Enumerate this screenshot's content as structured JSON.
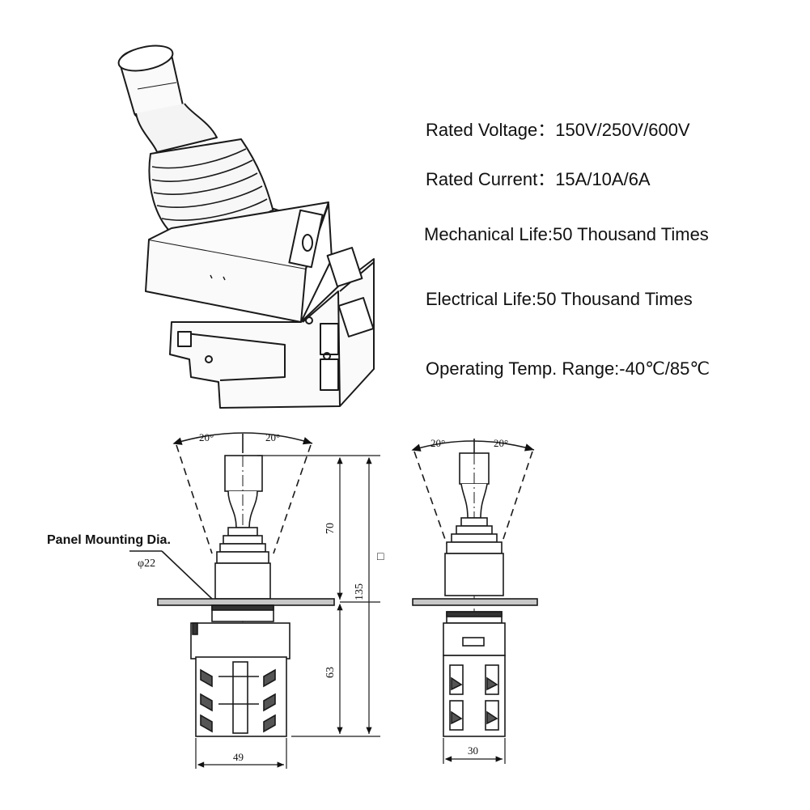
{
  "specs": [
    {
      "label": "Rated Voltage：",
      "value": "150V/250V/600V"
    },
    {
      "label": "Rated Current：",
      "value": "15A/10A/6A"
    },
    {
      "label": "Mechanical Life:",
      "value": "50 Thousand Times"
    },
    {
      "label": "Electrical Life:",
      "value": "50 Thousand Times"
    },
    {
      "label": "Operating Temp. Range:",
      "value": "-40℃/85℃"
    }
  ],
  "front_view": {
    "angle_left": "20°",
    "angle_right": "20°",
    "panel_label": "Panel Mounting Dia.",
    "panel_dia": "φ22",
    "dim_upper": "70",
    "dim_total": "135",
    "dim_lower": "63",
    "dim_width": "49"
  },
  "side_view": {
    "angle_left": "20°",
    "angle_right": "20°",
    "dim_width": "30"
  },
  "marker": "□"
}
